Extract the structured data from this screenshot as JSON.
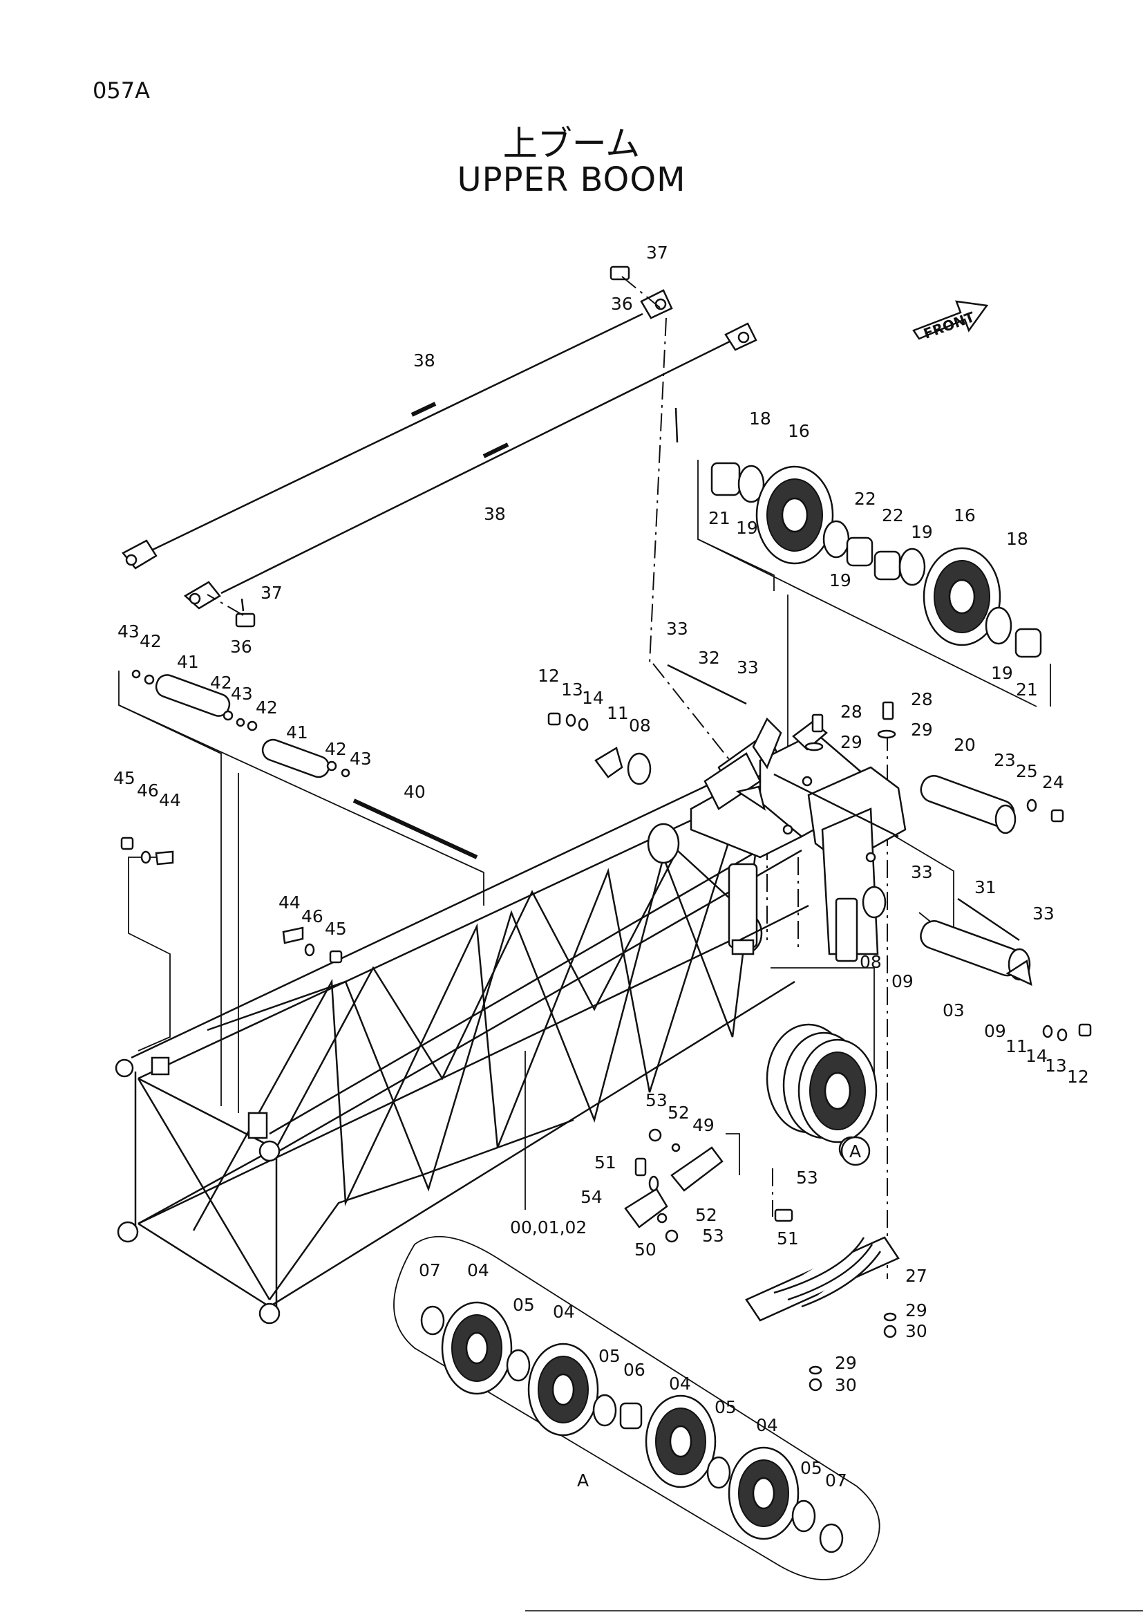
{
  "page": {
    "code": "057A"
  },
  "title": {
    "jp": "上ブーム",
    "en": "UPPER   BOOM"
  },
  "front_label": "FRONT",
  "detail_ref": "A",
  "callouts": [
    {
      "id": "c1",
      "label": "37"
    },
    {
      "id": "c2",
      "label": "36"
    },
    {
      "id": "c3",
      "label": "38"
    },
    {
      "id": "c4",
      "label": "38"
    },
    {
      "id": "c5",
      "label": "37"
    },
    {
      "id": "c6",
      "label": "36"
    },
    {
      "id": "c7",
      "label": "18"
    },
    {
      "id": "c8",
      "label": "16"
    },
    {
      "id": "c9",
      "label": "21"
    },
    {
      "id": "c10",
      "label": "19"
    },
    {
      "id": "c11",
      "label": "19"
    },
    {
      "id": "c12",
      "label": "22"
    },
    {
      "id": "c13",
      "label": "22"
    },
    {
      "id": "c14",
      "label": "19"
    },
    {
      "id": "c15",
      "label": "16"
    },
    {
      "id": "c16",
      "label": "18"
    },
    {
      "id": "c17",
      "label": "19"
    },
    {
      "id": "c18",
      "label": "21"
    },
    {
      "id": "c19",
      "label": "43"
    },
    {
      "id": "c20",
      "label": "42"
    },
    {
      "id": "c21",
      "label": "41"
    },
    {
      "id": "c22",
      "label": "42"
    },
    {
      "id": "c23",
      "label": "43"
    },
    {
      "id": "c24",
      "label": "42"
    },
    {
      "id": "c25",
      "label": "41"
    },
    {
      "id": "c26",
      "label": "42"
    },
    {
      "id": "c27",
      "label": "43"
    },
    {
      "id": "c28",
      "label": "40"
    },
    {
      "id": "c29",
      "label": "33"
    },
    {
      "id": "c30",
      "label": "32"
    },
    {
      "id": "c31",
      "label": "33"
    },
    {
      "id": "c32",
      "label": "12"
    },
    {
      "id": "c33",
      "label": "13"
    },
    {
      "id": "c34",
      "label": "14"
    },
    {
      "id": "c35",
      "label": "11"
    },
    {
      "id": "c36",
      "label": "08"
    },
    {
      "id": "c37",
      "label": "28"
    },
    {
      "id": "c38",
      "label": "28"
    },
    {
      "id": "c39",
      "label": "29"
    },
    {
      "id": "c40",
      "label": "29"
    },
    {
      "id": "c41",
      "label": "20"
    },
    {
      "id": "c42",
      "label": "23"
    },
    {
      "id": "c43",
      "label": "25"
    },
    {
      "id": "c44",
      "label": "24"
    },
    {
      "id": "c45",
      "label": "45"
    },
    {
      "id": "c46",
      "label": "46"
    },
    {
      "id": "c47",
      "label": "44"
    },
    {
      "id": "c48",
      "label": "44"
    },
    {
      "id": "c49",
      "label": "46"
    },
    {
      "id": "c50",
      "label": "45"
    },
    {
      "id": "c51",
      "label": "33"
    },
    {
      "id": "c52",
      "label": "31"
    },
    {
      "id": "c53",
      "label": "33"
    },
    {
      "id": "c54",
      "label": "08"
    },
    {
      "id": "c55",
      "label": "09"
    },
    {
      "id": "c56",
      "label": "03"
    },
    {
      "id": "c57",
      "label": "09"
    },
    {
      "id": "c58",
      "label": "11"
    },
    {
      "id": "c59",
      "label": "14"
    },
    {
      "id": "c60",
      "label": "13"
    },
    {
      "id": "c61",
      "label": "12"
    },
    {
      "id": "c62",
      "label": "53"
    },
    {
      "id": "c63",
      "label": "52"
    },
    {
      "id": "c64",
      "label": "49"
    },
    {
      "id": "c65",
      "label": "51"
    },
    {
      "id": "c66",
      "label": "54"
    },
    {
      "id": "c67",
      "label": "52"
    },
    {
      "id": "c68",
      "label": "50"
    },
    {
      "id": "c69",
      "label": "53"
    },
    {
      "id": "c70",
      "label": "53"
    },
    {
      "id": "c71",
      "label": "51"
    },
    {
      "id": "c72",
      "label": "00,01,02"
    },
    {
      "id": "c73",
      "label": "27"
    },
    {
      "id": "c74",
      "label": "29"
    },
    {
      "id": "c75",
      "label": "30"
    },
    {
      "id": "c76",
      "label": "29"
    },
    {
      "id": "c77",
      "label": "30"
    },
    {
      "id": "c78",
      "label": "07"
    },
    {
      "id": "c79",
      "label": "04"
    },
    {
      "id": "c80",
      "label": "05"
    },
    {
      "id": "c81",
      "label": "04"
    },
    {
      "id": "c82",
      "label": "05"
    },
    {
      "id": "c83",
      "label": "06"
    },
    {
      "id": "c84",
      "label": "04"
    },
    {
      "id": "c85",
      "label": "05"
    },
    {
      "id": "c86",
      "label": "04"
    },
    {
      "id": "c87",
      "label": "05"
    },
    {
      "id": "c88",
      "label": "07"
    },
    {
      "id": "c89",
      "label": "A"
    }
  ]
}
